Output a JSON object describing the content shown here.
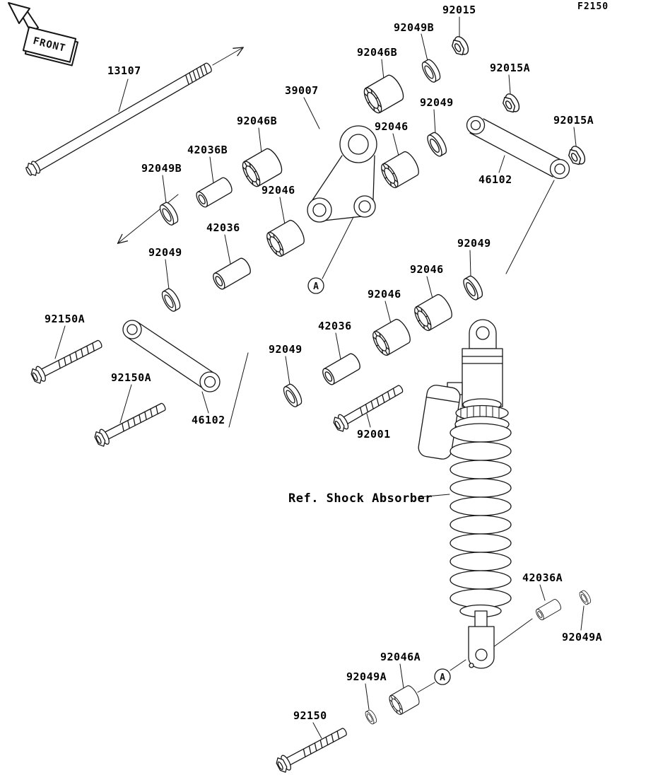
{
  "figure_code": "F2150",
  "front_marker": "FRONT",
  "reference_label": "Ref. Shock Absorber",
  "detail_marker": "A",
  "part_labels": [
    "13107",
    "92015",
    "92049B",
    "92046B",
    "92015A",
    "92049",
    "92046",
    "92015A",
    "39007",
    "92046B",
    "42036B",
    "92049B",
    "92046",
    "42036",
    "46102",
    "92049",
    "92049",
    "92046",
    "92046",
    "42036",
    "92049",
    "92150A",
    "92150A",
    "46102",
    "92001",
    "42036A",
    "92049A",
    "92046A",
    "92049A",
    "92150"
  ]
}
